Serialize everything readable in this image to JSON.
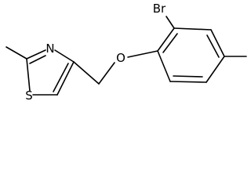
{
  "molecule": {
    "atoms": {
      "bromine": "Br",
      "oxygen": "O",
      "nitrogen": "N",
      "sulfur": "S"
    }
  }
}
